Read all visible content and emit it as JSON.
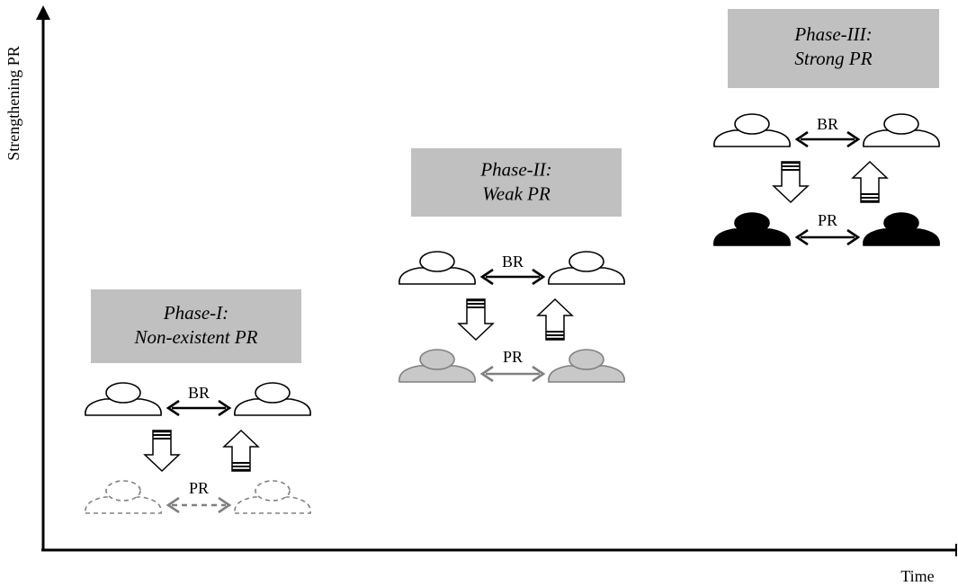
{
  "axes": {
    "y_label": "Strengthening PR",
    "x_label": "Time"
  },
  "phases": [
    {
      "title_line1": "Phase-I:",
      "title_line2": "Non-existent PR",
      "top_link_label": "BR",
      "bottom_link_label": "PR",
      "bottom_person_style": "dashed-gray"
    },
    {
      "title_line1": "Phase-II:",
      "title_line2": "Weak PR",
      "top_link_label": "BR",
      "bottom_link_label": "PR",
      "bottom_person_style": "solid-gray"
    },
    {
      "title_line1": "Phase-III:",
      "title_line2": "Strong PR",
      "top_link_label": "BR",
      "bottom_link_label": "PR",
      "bottom_person_style": "black"
    }
  ],
  "colors": {
    "title_box": "#c0c0c0",
    "gray_person": "#c8c8c8",
    "gray_line": "#808080",
    "black": "#000000"
  }
}
